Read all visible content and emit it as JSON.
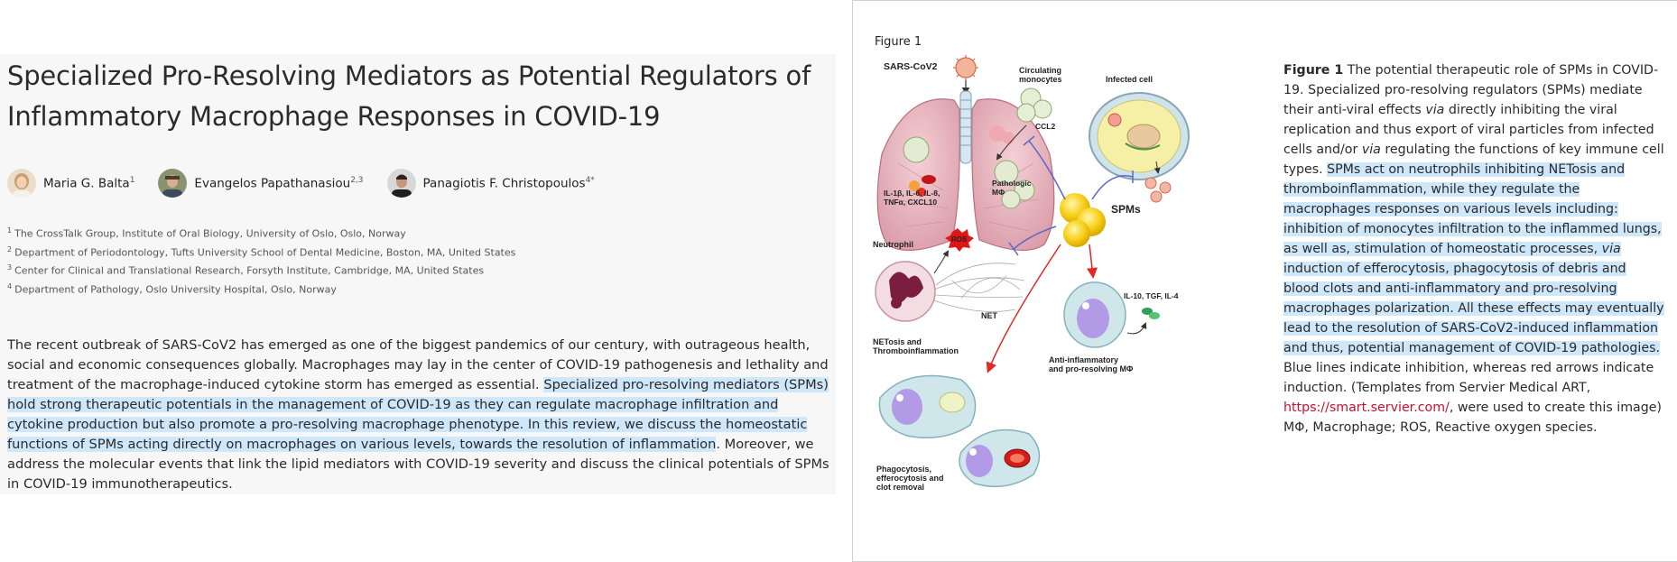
{
  "article": {
    "title": "Specialized Pro-Resolving Mediators as Potential Regulators of Inflammatory Macrophage Responses in COVID-19",
    "authors": [
      {
        "name": "Maria G. Balta",
        "sup": "1"
      },
      {
        "name": "Evangelos Papathanasiou",
        "sup": "2,3"
      },
      {
        "name": "Panagiotis F. Christopoulos",
        "sup": "4*"
      }
    ],
    "affiliations": [
      {
        "num": "1",
        "text": "The CrossTalk Group, Institute of Oral Biology, University of Oslo, Oslo, Norway"
      },
      {
        "num": "2",
        "text": "Department of Periodontology, Tufts University School of Dental Medicine, Boston, MA, United States"
      },
      {
        "num": "3",
        "text": "Center for Clinical and Translational Research, Forsyth Institute, Cambridge, MA, United States"
      },
      {
        "num": "4",
        "text": "Department of Pathology, Oslo University Hospital, Oslo, Norway"
      }
    ],
    "abstract": {
      "part1": "The recent outbreak of SARS-CoV2 has emerged as one of the biggest pandemics of our century, with outrageous health, social and economic consequences globally. Macrophages may lay in the center of COVID-19 pathogenesis and lethality and treatment of the macrophage-induced cytokine storm has emerged as essential. ",
      "highlight": "Specialized pro-resolving mediators (SPMs) hold strong therapeutic potentials in the management of COVID-19 as they can regulate macrophage infiltration and cytokine production but also promote a pro-resolving macrophage phenotype. In this review, we discuss the homeostatic functions of SPMs acting directly on macrophages on various levels, towards the resolution of inflammation",
      "part2": ". Moreover, we address the molecular events that link the lipid mediators with COVID-19 severity and discuss the clinical potentials of SPMs in COVID-19 immunotherapeutics."
    }
  },
  "figure": {
    "label": "Figure 1",
    "labels": {
      "virus": "SARS-CoV2",
      "circ1": "Circulating",
      "circ2": "monocytes",
      "ccl2": "CCL2",
      "infected": "Infected cell",
      "cyto1": "IL-1β, IL-6, IL-8,",
      "cyto2": "TNFα, CXCL10",
      "patho1": "Pathologic",
      "patho2": "MΦ",
      "spms": "SPMs",
      "neutrophil": "Neutrophil",
      "ros": "ROS",
      "net": "NET",
      "netosis1": "NETosis and",
      "netosis2": "Thromboinflammation",
      "il10": "IL-10, TGF, IL-4",
      "anti1": "Anti-inflammatory",
      "anti2": "and pro-resolving MΦ",
      "phago1": "Phagocytosis,",
      "phago2": "efferocytosis and",
      "phago3": "clot removal"
    },
    "caption": {
      "bold": "Figure 1",
      "part1": " The potential therapeutic role of SPMs in COVID-19. Specialized pro-resolving regulators (SPMs) mediate their anti-viral effects ",
      "via1": "via",
      "part2": " directly inhibiting the viral replication and thus export of viral particles from infected cells and/or ",
      "via2": "via",
      "part3": " regulating the functions of key immune cell types. ",
      "hl1": "SPMs act on neutrophils inhibiting NETosis and thromboinflammation, while they regulate the macrophages responses on various levels including: inhibition of monocytes infiltration to the inflammed lungs, as well as, stimulation of homeostatic processes, ",
      "hlvia": "via",
      "hl2": " induction of efferocytosis, phagocytosis of debris and blood clots and anti-inflammatory and pro-resolving macrophages polarization. All these effects may eventually lead to the resolution of SARS-CoV2-induced inflammation and thus, potential management of COVID-19 pathologies.",
      "part4": " Blue lines indicate inhibition, whereas red arrows indicate induction. (Templates from Servier Medical ART, ",
      "link": "https://smart.servier.com/",
      "part5": ", were used to create this image) MΦ, Macrophage; ROS, Reactive oxygen species."
    }
  }
}
